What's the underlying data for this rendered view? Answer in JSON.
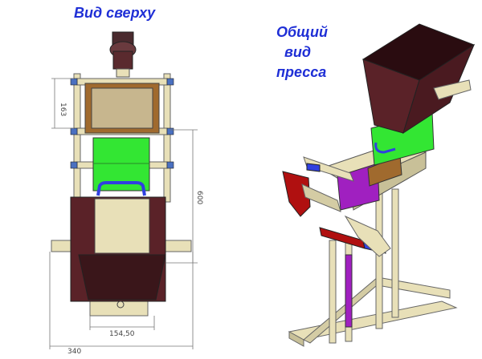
{
  "captions": {
    "top_view": "Вид сверху",
    "general_view_line1": "Общий",
    "general_view_line2": "вид",
    "general_view_line3": "пресса"
  },
  "dimensions": {
    "height_upper": "163",
    "height_total": "600",
    "width_inner": "154,50",
    "width_total": "340"
  },
  "colors": {
    "caption": "#1f2fd6",
    "hopper": "#5a2228",
    "frame": "#e8e0b8",
    "mold_green": "#33e633",
    "mold_purple": "#a020c0",
    "handle_blue": "#3040e0",
    "lever_red": "#b01010"
  }
}
